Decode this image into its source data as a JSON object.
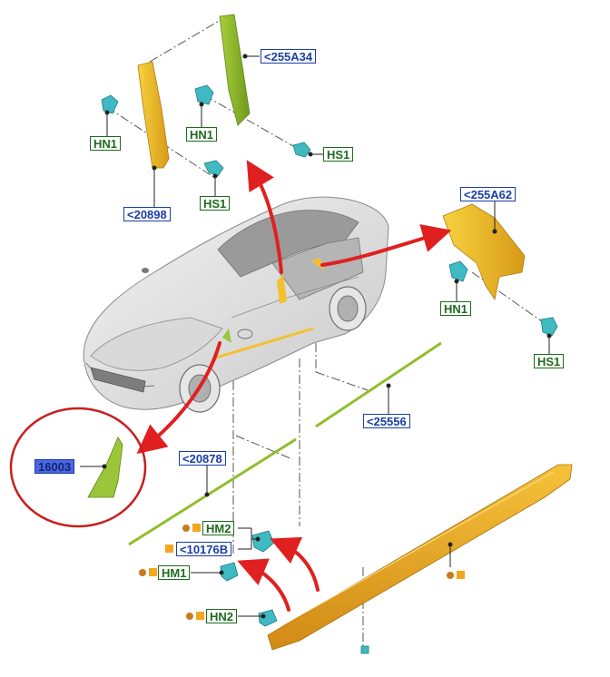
{
  "labels": {
    "p255A34": "<255A34",
    "p20898": "<20898",
    "p255A62": "<255A62",
    "p25556": "<25556",
    "p20878": "<20878",
    "p16003": "16003",
    "p10176B": "<10176B",
    "hn1_a": "HN1",
    "hn1_b": "HN1",
    "hn1_c": "HN1",
    "hs1_a": "HS1",
    "hs1_b": "HS1",
    "hs1_c": "HS1",
    "hm2": "HM2",
    "hm1": "HM1",
    "hn2": "HN2"
  },
  "colors": {
    "part_label": "#1a3da8",
    "fastener_label": "#1d6b1d",
    "arrow": "#e02020",
    "highlight_circle": "#c81e1e",
    "trim_yellow": "#f2c12e",
    "trim_green": "#8fbf2a",
    "clip_teal": "#39b8bf",
    "sill_orange": "#eba62a"
  }
}
